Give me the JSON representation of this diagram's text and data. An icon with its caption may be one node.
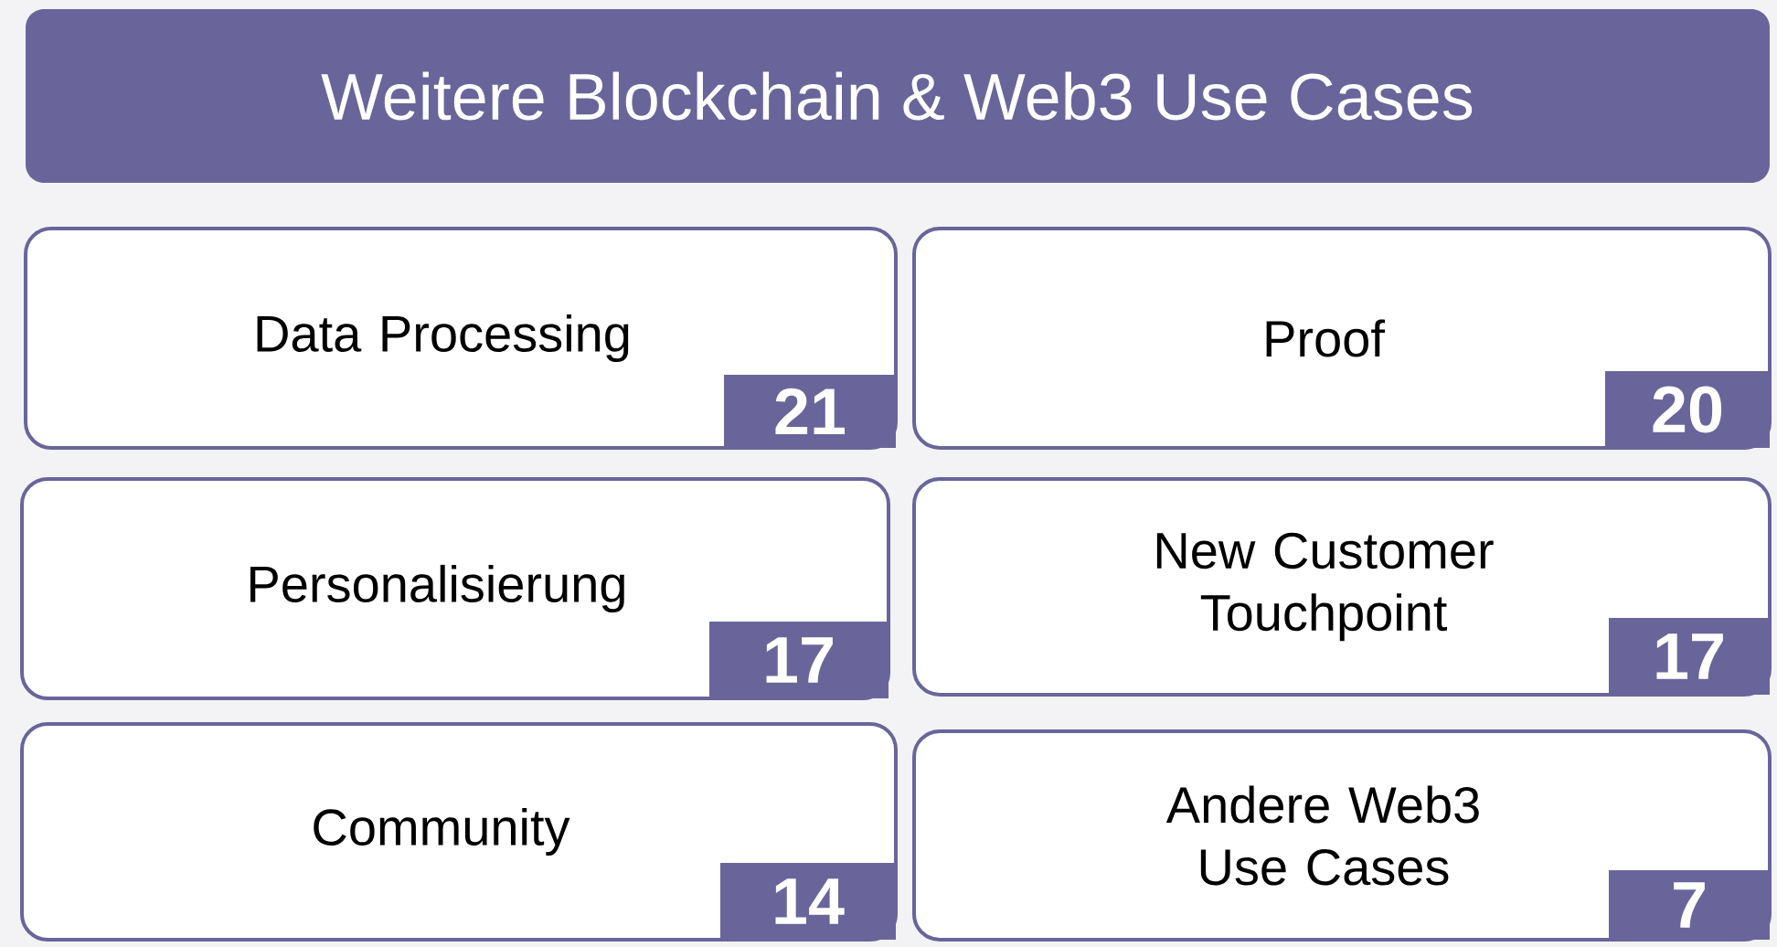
{
  "diagram": {
    "nodes": [
      {
        "text": [
          "Weitere Blockchain & Web3 Use Cases"
        ]
      },
      {
        "text": [
          "Data Processing"
        ]
      },
      {
        "text": [
          "21"
        ],
        "in": 1
      },
      {
        "text": [
          "Proof"
        ]
      },
      {
        "text": [
          "20"
        ],
        "in": 3
      },
      {
        "text": [
          "Personalisierung"
        ]
      },
      {
        "text": [
          "17"
        ],
        "in": 5
      },
      {
        "text": [
          "New Customer Touchpoint"
        ]
      },
      {
        "text": [
          "17"
        ],
        "in": 7
      },
      {
        "text": [
          "Community"
        ]
      },
      {
        "text": [
          "14"
        ],
        "in": 9
      },
      {
        "text": [
          "Andere Web3 Use Cases"
        ]
      },
      {
        "text": [
          "7"
        ],
        "in": 11
      }
    ]
  }
}
